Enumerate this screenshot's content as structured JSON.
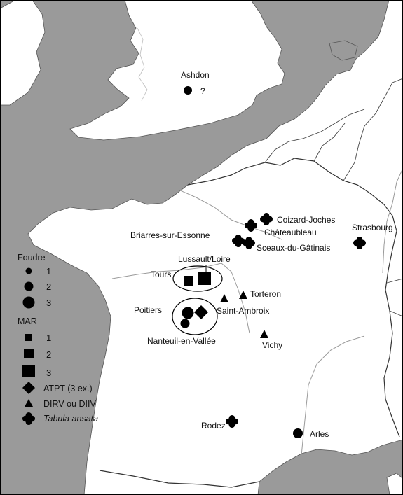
{
  "colors": {
    "sea": "#9a9a9a",
    "land": "#ffffff",
    "neighbor_land": "#ffffff",
    "border": "#333333",
    "symbol": "#000000"
  },
  "sites": [
    {
      "name": "Ashdon",
      "symbol": "foudre"
    },
    {
      "name": "Coizard-Joches",
      "symbol": "tabula-ansata"
    },
    {
      "name": "Châteaubleau",
      "symbol": "tabula-ansata"
    },
    {
      "name": "Briarres-sur-Essonne",
      "symbol": "tabula-ansata"
    },
    {
      "name": "Sceaux-du-Gâtinais",
      "symbol": "tabula-ansata"
    },
    {
      "name": "Strasbourg",
      "symbol": "tabula-ansata"
    },
    {
      "name": "Lussault/Loire",
      "symbol": "mar"
    },
    {
      "name": "Tours",
      "symbol": "mar"
    },
    {
      "name": "Torteron",
      "symbol": "dirv-diiv"
    },
    {
      "name": "Saint-Ambroix",
      "symbol": "dirv-diiv"
    },
    {
      "name": "Poitiers",
      "symbol": "foudre"
    },
    {
      "name": "Nanteuil-en-Vallée",
      "symbol": "foudre"
    },
    {
      "name": "Vichy",
      "symbol": "dirv-diiv"
    },
    {
      "name": "Rodez",
      "symbol": "tabula-ansata"
    },
    {
      "name": "Arles",
      "symbol": "foudre"
    }
  ],
  "ashdon_query": "?",
  "legend": {
    "foudre_title": "Foudre",
    "foudre_sizes": [
      "1",
      "2",
      "3"
    ],
    "mar_title": "MAR",
    "mar_sizes": [
      "1",
      "2",
      "3"
    ],
    "atpt": "ATPT (3 ex.)",
    "dirv": "DIRV ou DIIV",
    "tabula": "Tabula ansata"
  }
}
